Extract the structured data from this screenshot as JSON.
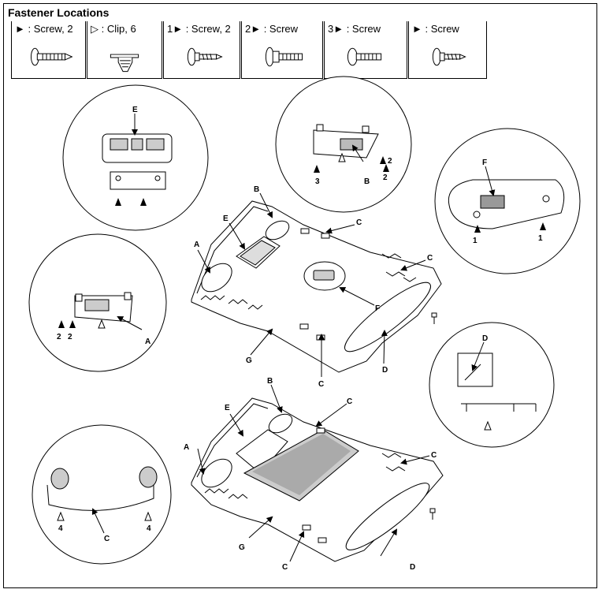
{
  "title": "Fastener Locations",
  "fasteners": [
    {
      "label": "► : Screw, 2",
      "icon": "screw-icon"
    },
    {
      "label": "▷ : Clip, 6",
      "icon": "clip-icon"
    },
    {
      "label": "1► : Screw, 2",
      "icon": "tapping-screw-icon"
    },
    {
      "label": "2► : Screw",
      "icon": "flange-screw-icon"
    },
    {
      "label": "3► : Screw",
      "icon": "pan-screw-icon"
    },
    {
      "label": "► : Screw",
      "icon": "tapping-screw-icon"
    }
  ],
  "callouts": {
    "A": "A",
    "B": "B",
    "C": "C",
    "D": "D",
    "E": "E",
    "F": "F",
    "G": "G",
    "n1": "1",
    "n2": "2",
    "n3": "3",
    "n4": "4"
  }
}
